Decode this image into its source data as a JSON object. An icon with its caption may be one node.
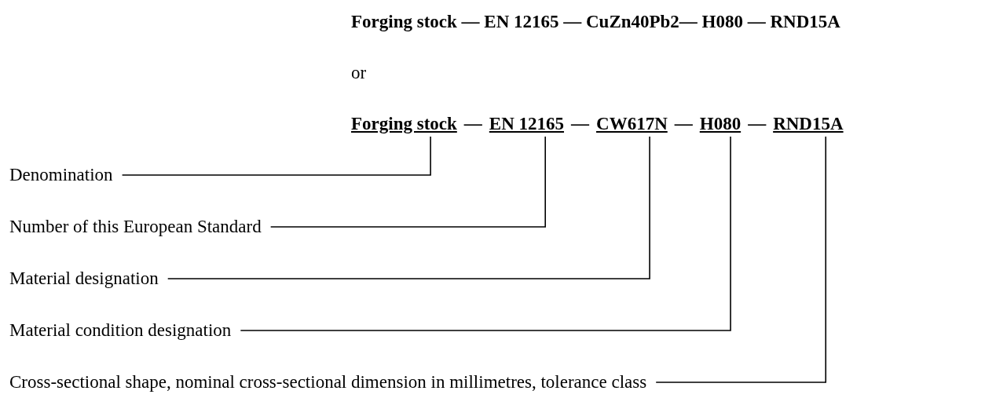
{
  "diagram": {
    "nodes": [
      {
        "text": [
          "Forging stock"
        ]
      },
      {
        "text": [
          "EN 12165"
        ]
      },
      {
        "text": [
          "CW617N"
        ]
      },
      {
        "text": [
          "H080"
        ]
      },
      {
        "text": [
          "RND15A"
        ]
      },
      {
        "text": [
          "Denomination"
        ]
      },
      {
        "text": [
          "Number of this European Standard"
        ]
      },
      {
        "text": [
          "Material designation"
        ]
      },
      {
        "text": [
          "Material condition designation"
        ]
      },
      {
        "text": [
          "Cross-sectional shape, nominal cross-sectional dimension in millimetres, tolerance class"
        ]
      }
    ],
    "edges": [
      {
        "from": 5,
        "to": 0,
        "arrow": "none"
      },
      {
        "from": 6,
        "to": 1,
        "arrow": "none"
      },
      {
        "from": 7,
        "to": 2,
        "arrow": "none"
      },
      {
        "from": 8,
        "to": 3,
        "arrow": "none"
      },
      {
        "from": 9,
        "to": 4,
        "arrow": "none"
      }
    ],
    "labels": [
      "Forging stock — EN 12165 — CuZn40Pb2— H080 — RND15A",
      "or",
      "—",
      "—",
      "—",
      "—"
    ]
  }
}
